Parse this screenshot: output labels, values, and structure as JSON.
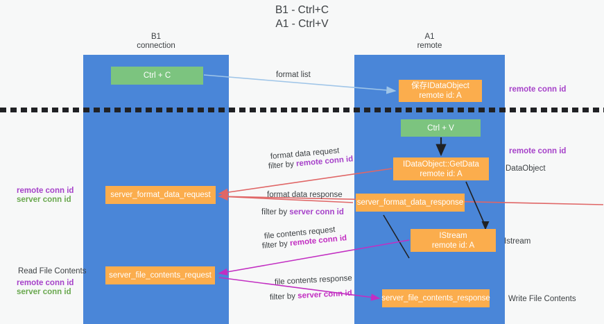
{
  "title": {
    "line1": "B1 - Ctrl+C",
    "line2": "A1 - Ctrl+V"
  },
  "lanes": [
    {
      "id": "b1",
      "name": "B1",
      "role": "connection",
      "color": "#4a86d8"
    },
    {
      "id": "a1",
      "name": "A1",
      "role": "remote",
      "color": "#4a86d8"
    }
  ],
  "colors": {
    "lane": "#4a86d8",
    "green_node": "#7cc47f",
    "orange_node": "#fbad4d",
    "remote_conn_id": "#a642c9",
    "server_conn_id": "#6aa84f",
    "arrow_format_list": "#9fc5e8",
    "arrow_black": "#202124",
    "arrow_red": "#e06666",
    "arrow_magenta": "#c22ec2",
    "text": "#3c4043",
    "background": "#f7f8f8"
  },
  "nodes": {
    "ctrl_c": {
      "label_line1": "Ctrl + C",
      "label_line2": "",
      "type": "green"
    },
    "idataobject": {
      "label_line1": "保存IDataObject",
      "label_line2": "remote id: A",
      "type": "orange"
    },
    "ctrl_v": {
      "label_line1": "Ctrl + V",
      "label_line2": "",
      "type": "green"
    },
    "getdata": {
      "label_line1": "IDataObject::GetData",
      "label_line2": "remote id: A",
      "type": "orange"
    },
    "server_format_data_request": {
      "label_line1": "server_format_data_request",
      "label_line2": "",
      "type": "orange"
    },
    "server_format_data_response": {
      "label_line1": "server_format_data_response",
      "label_line2": "",
      "type": "orange"
    },
    "istream": {
      "label_line1": "IStream",
      "label_line2": "remote id: A",
      "type": "orange"
    },
    "server_file_contents_request": {
      "label_line1": "server_file_contents_request",
      "label_line2": "",
      "type": "orange"
    },
    "server_file_contents_response": {
      "label_line1": "server_file_contents_response",
      "label_line2": "",
      "type": "orange"
    }
  },
  "edge_labels": {
    "format_list": "format list",
    "format_data_request": "format data request",
    "format_data_request_filter_prefix": "filter by ",
    "format_data_request_filter_key": "remote conn id",
    "format_data_response": "format data response",
    "format_data_response_filter_prefix": "filter by ",
    "format_data_response_filter_key": "server conn id",
    "file_contents_request": "file contents request",
    "file_contents_request_filter_prefix": "filter by ",
    "file_contents_request_filter_key": "remote conn id",
    "file_contents_response": "file contents response",
    "file_contents_response_filter_prefix": "filter by ",
    "file_contents_response_filter_key": "server conn id"
  },
  "annotations": {
    "right_remote_conn_id_top": "remote conn id",
    "right_remote_conn_id_mid": "remote conn id",
    "right_dataobject": "DataObject",
    "right_istream": "Istream",
    "right_write_file_contents": "Write File Contents",
    "left_read_file_contents": "Read File Contents",
    "left_remote_conn_id_1": "remote conn id",
    "left_server_conn_id_1": "server conn id",
    "left_remote_conn_id_2": "remote conn id",
    "left_server_conn_id_2": "server conn id"
  }
}
